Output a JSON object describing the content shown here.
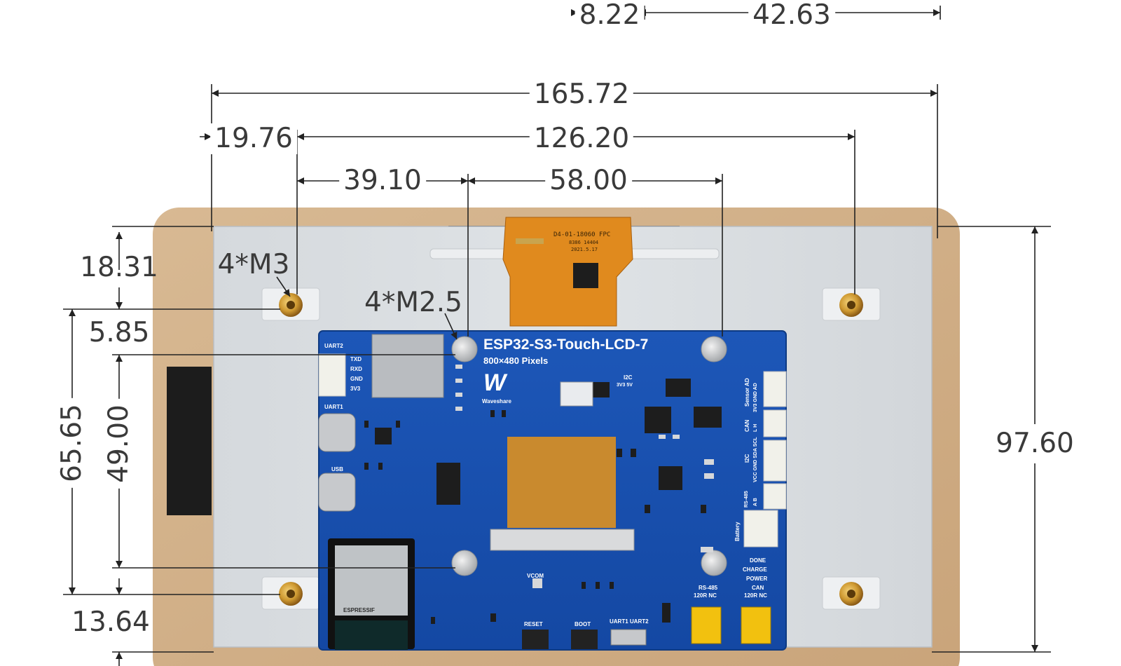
{
  "dimensions": {
    "d_8_22": "8.22",
    "d_42_63": "42.63",
    "d_165_72": "165.72",
    "d_19_76": "19.76",
    "d_126_20": "126.20",
    "d_39_10": "39.10",
    "d_58_00": "58.00",
    "d_18_31": "18.31",
    "d_5_85": "5.85",
    "d_65_65": "65.65",
    "d_49_00": "49.00",
    "d_13_64": "13.64",
    "d_97_60": "97.60"
  },
  "annotations": {
    "m3_holes": "4*M3",
    "m25_holes": "4*M2.5"
  },
  "board": {
    "title": "ESP32-S3-Touch-LCD-7",
    "resolution": "800×480 Pixels",
    "brand": "Waveshare",
    "logo_mark": "W",
    "labels": {
      "uart2": "UART2",
      "txd": "TXD",
      "rxd": "RXD",
      "gnd": "GND",
      "v3v3": "3V3",
      "uart1": "UART1",
      "usb": "USB",
      "i2c_top": "I2C",
      "i2c_volt": "3V3 5V",
      "sensor_ad": "Sensor AD",
      "sensor_pins": "3V3 GND AD",
      "can": "CAN",
      "can_pins": "L H",
      "i2c_side": "I2C",
      "i2c_pins": "VCC GND SDA SCL",
      "rs485": "RS-485",
      "rs485_pins": "A B",
      "battery": "Battery",
      "done": "DONE",
      "charge": "CHARGE",
      "power": "POWER",
      "rs485_bottom": "RS-485",
      "term_120r": "120R  NC",
      "can_bottom": "CAN",
      "can_120r": "120R  NC",
      "vcom": "VCOM",
      "reset": "RESET",
      "boot": "BOOT",
      "uart_switch": "UART1  UART2",
      "espressif": "ESPRESSIF"
    }
  },
  "fpc": {
    "part": "D4-01-18060 FPC",
    "code": "8386 14404",
    "date": "2021.5.17"
  }
}
